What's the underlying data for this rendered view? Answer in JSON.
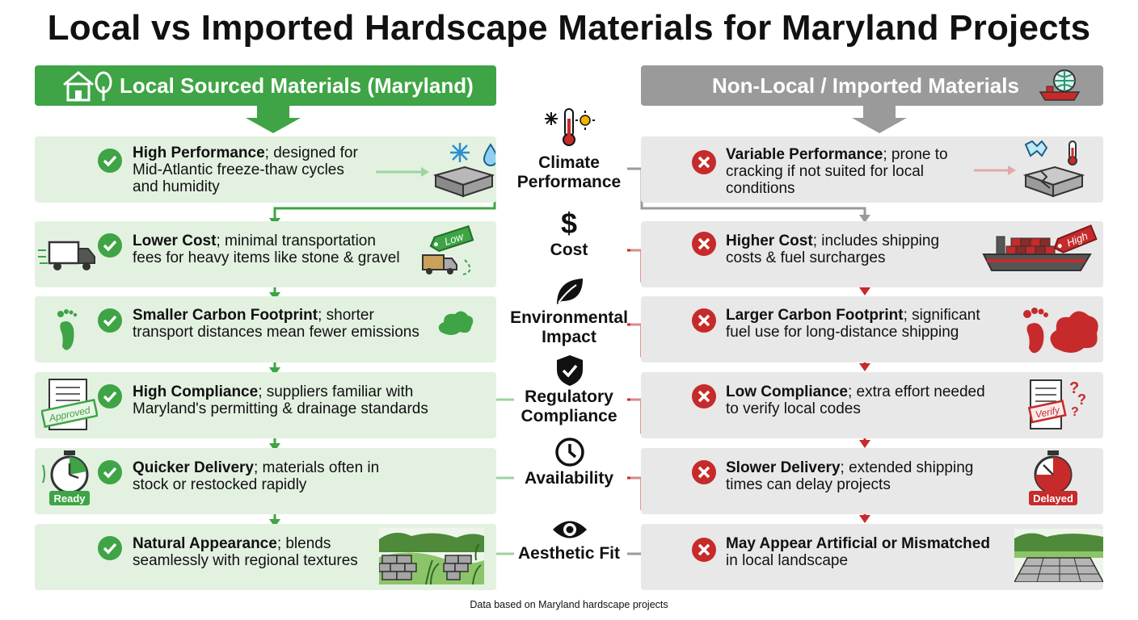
{
  "title": "Local vs Imported Hardscape Materials for Maryland Projects",
  "colors": {
    "green": "#3ea445",
    "gray": "#9a9a9a",
    "red": "#c62a2a",
    "local_bg": "#e3f1e1",
    "import_bg": "#e8e8e8"
  },
  "local": {
    "header": "Local Sourced Materials (Maryland)",
    "header_icon": "house-tree-icon",
    "rows": [
      {
        "bold": "High Performance",
        "rest": "; designed for",
        "line2": "Mid-Atlantic freeze-thaw cycles",
        "line3": "and humidity",
        "icon": "snowflake-water-paver-icon"
      },
      {
        "bold": "Lower Cost",
        "rest": "; minimal transportation",
        "line2": "fees for heavy items like stone & gravel",
        "line3": "",
        "icon": "truck-low-tag-icon",
        "tag": "Low"
      },
      {
        "bold": "Smaller Carbon Footprint",
        "rest": "; shorter",
        "line2": "transport distances mean fewer emissions",
        "line3": "",
        "icon": "green-cloud-icon"
      },
      {
        "bold": "High Compliance",
        "rest": "; suppliers familiar with",
        "line2": "Maryland's permitting & drainage standards",
        "line3": "",
        "icon": "approved-document-icon",
        "tag": "Approved"
      },
      {
        "bold": "Quicker Delivery",
        "rest": "; materials often in",
        "line2": "stock or restocked rapidly",
        "line3": "",
        "icon": "stopwatch-ready-icon",
        "tag": "Ready"
      },
      {
        "bold": "Natural Appearance",
        "rest": "; blends",
        "line2": "seamlessly with regional textures",
        "line3": "",
        "icon": "stone-wall-landscape-icon"
      }
    ]
  },
  "imported": {
    "header": "Non-Local / Imported Materials",
    "header_icon": "globe-ship-icon",
    "rows": [
      {
        "bold": "Variable Performance",
        "rest": "; prone to",
        "line2": "cracking if not suited for local",
        "line3": "conditions",
        "icon": "cracked-paver-ice-icon"
      },
      {
        "bold": "Higher Cost",
        "rest": "; includes shipping",
        "line2": "costs & fuel surcharges",
        "line3": "",
        "icon": "cargo-ship-high-tag-icon",
        "tag": "High"
      },
      {
        "bold": "Larger Carbon Footprint",
        "rest": "; significant",
        "line2": "fuel use for long-distance shipping",
        "line3": "",
        "icon": "red-footprint-cloud-icon"
      },
      {
        "bold": "Low Compliance",
        "rest": "; extra effort needed",
        "line2": "to verify local codes",
        "line3": "",
        "icon": "verify-document-icon",
        "tag": "Verify"
      },
      {
        "bold": "Slower Delivery",
        "rest": "; extended shipping",
        "line2": "times can delay projects",
        "line3": "",
        "icon": "stopwatch-delayed-icon",
        "tag": "Delayed"
      },
      {
        "bold": "May Appear Artificial or Mismatched",
        "rest": "",
        "line2": "in local landscape",
        "line3": "",
        "icon": "paved-patio-landscape-icon"
      }
    ]
  },
  "categories": [
    {
      "line1": "Climate",
      "line2": "Performance",
      "icon": "thermometer-sun-snow-icon"
    },
    {
      "line1": "Cost",
      "line2": "",
      "icon": "dollar-icon"
    },
    {
      "line1": "Environmental",
      "line2": "Impact",
      "icon": "leaf-icon"
    },
    {
      "line1": "Regulatory",
      "line2": "Compliance",
      "icon": "shield-check-icon"
    },
    {
      "line1": "Availability",
      "line2": "",
      "icon": "clock-icon"
    },
    {
      "line1": "Aesthetic Fit",
      "line2": "",
      "icon": "eye-icon"
    }
  ],
  "footer": "Data based on Maryland hardscape projects"
}
